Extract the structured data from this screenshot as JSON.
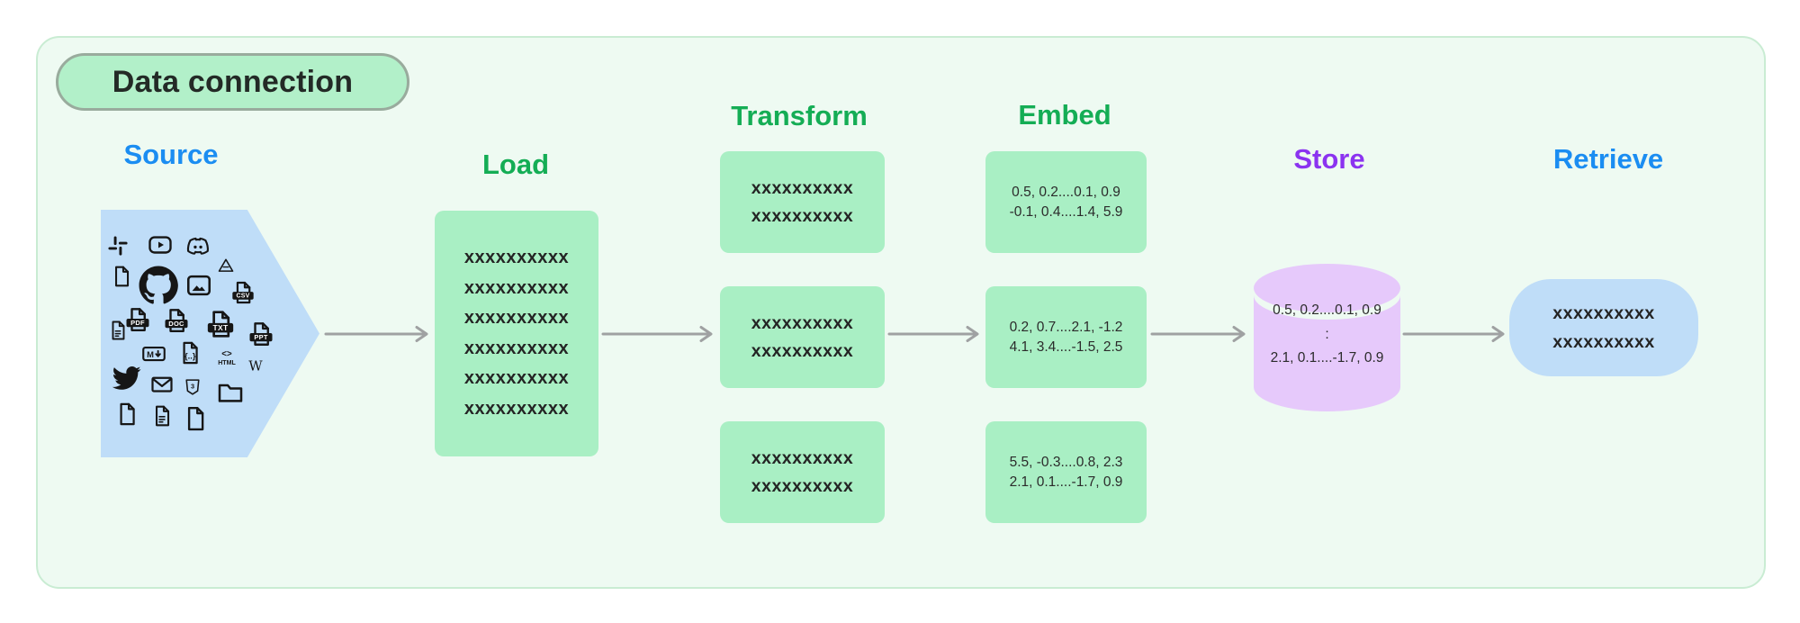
{
  "title": {
    "label": "Data connection"
  },
  "stages": {
    "source": {
      "label": "Source",
      "icons": [
        "slack",
        "youtube",
        "discord",
        "file",
        "github",
        "image",
        "google-drive",
        "csv-file",
        "file-text",
        "pdf-file",
        "doc-file",
        "txt-file",
        "ppt-file",
        "markdown",
        "json-file",
        "html",
        "wikipedia",
        "twitter",
        "email",
        "css3",
        "folder",
        "file",
        "file-text",
        "file"
      ]
    },
    "load": {
      "label": "Load",
      "rows": [
        "xxxxxxxxxx",
        "xxxxxxxxxx",
        "xxxxxxxxxx",
        "xxxxxxxxxx",
        "xxxxxxxxxx",
        "xxxxxxxxxx"
      ]
    },
    "transform": {
      "label": "Transform",
      "boxes": [
        [
          "xxxxxxxxxx",
          "xxxxxxxxxx"
        ],
        [
          "xxxxxxxxxx",
          "xxxxxxxxxx"
        ],
        [
          "xxxxxxxxxx",
          "xxxxxxxxxx"
        ]
      ]
    },
    "embed": {
      "label": "Embed",
      "boxes": [
        [
          "0.5, 0.2....0.1, 0.9",
          "-0.1, 0.4....1.4, 5.9"
        ],
        [
          "0.2, 0.7....2.1, -1.2",
          "4.1, 3.4....-1.5, 2.5"
        ],
        [
          "5.5, -0.3....0.8, 2.3",
          "2.1, 0.1....-1.7, 0.9"
        ]
      ]
    },
    "store": {
      "label": "Store",
      "lines": [
        "0.5, 0.2....0.1, 0.9",
        ":",
        "2.1, 0.1....-1.7, 0.9"
      ]
    },
    "retrieve": {
      "label": "Retrieve",
      "lines": [
        "xxxxxxxxxx",
        "xxxxxxxxxx"
      ]
    }
  },
  "colors": {
    "label_blue": "#1b8df2",
    "label_green": "#14ad55",
    "label_purple": "#8b33f0",
    "box_green": "#a9efc4",
    "shape_blue": "#bfddf8",
    "cylinder_purple": "#e6c9fb",
    "frame_bg": "#eefaf2",
    "frame_border": "#c9ecd3",
    "pill_bg": "#b2f0c9",
    "pill_border": "#99ab9d",
    "arrow_gray": "#9fa1a2",
    "text_dark": "#242424",
    "title_text": "#232a26"
  }
}
